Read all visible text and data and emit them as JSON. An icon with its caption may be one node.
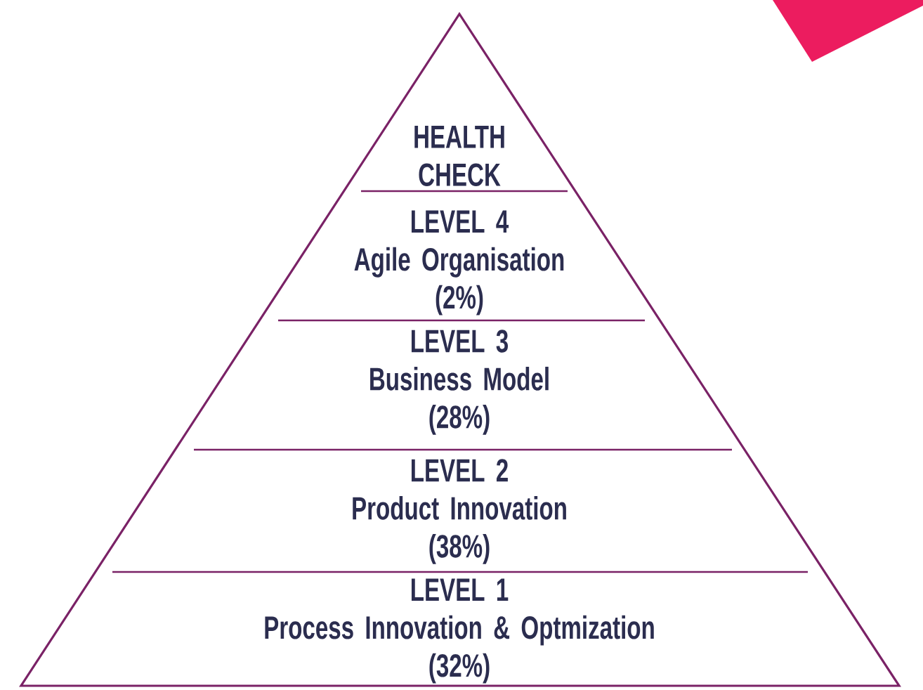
{
  "diagram": {
    "nodes": [
      {
        "text": [
          "HEALTH CHECK"
        ]
      },
      {
        "text": [
          "LEVEL 4",
          "Agile Organisation",
          "(2%)"
        ]
      },
      {
        "text": [
          "LEVEL 3",
          "Business Model",
          "(28%)"
        ]
      },
      {
        "text": [
          "LEVEL 2",
          "Product Innovation",
          "(38%)"
        ]
      },
      {
        "text": [
          "LEVEL 1",
          "Process Innovation & Optmization",
          "(32%)"
        ]
      }
    ]
  }
}
